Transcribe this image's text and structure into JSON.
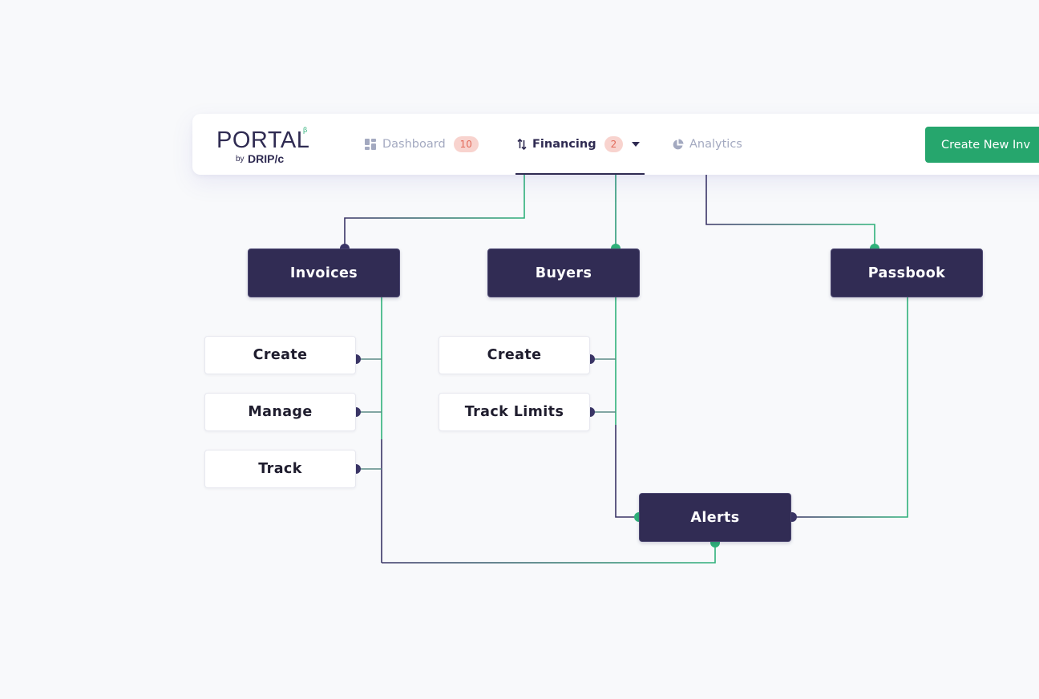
{
  "navbar": {
    "logo": {
      "main": "PORTAL",
      "beta": "β",
      "by": "by",
      "brand": "DRIP/c"
    },
    "nav": [
      {
        "label": "Dashboard",
        "badge": "10",
        "icon": "dashboard-grid-icon"
      },
      {
        "label": "Financing",
        "badge": "2",
        "icon": "swap-arrows-icon",
        "dropdown_icon": "caret-down-icon",
        "active": true
      },
      {
        "label": "Analytics",
        "icon": "pie-chart-icon"
      }
    ],
    "cta_label": "Create New Inv"
  },
  "diagram": {
    "colors": {
      "node_dark": "#312c54",
      "line_green": "#2fb17a",
      "line_navy": "#3a3566"
    },
    "nodes": {
      "invoices": "Invoices",
      "buyers": "Buyers",
      "passbook": "Passbook",
      "invoices_create": "Create",
      "invoices_manage": "Manage",
      "invoices_track": "Track",
      "buyers_create": "Create",
      "buyers_track_limits": "Track Limits",
      "alerts": "Alerts"
    }
  }
}
